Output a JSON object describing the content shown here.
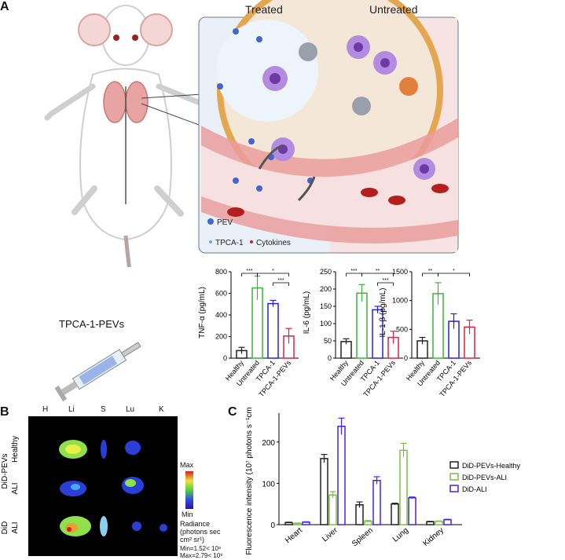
{
  "panels": {
    "a": "A",
    "b": "B",
    "c": "C"
  },
  "schematic": {
    "treated": "Treated",
    "untreated": "Untreated",
    "legend_pev": "PEV",
    "legend_tpca": "TPCA-1",
    "legend_cytokines": "Cytokines",
    "injection_label": "TPCA-1-PEVs"
  },
  "bar_colors": {
    "healthy": "#222222",
    "untreated": "#3cb43c",
    "tpca": "#2222dd",
    "tpca_pevs": "#dd2244"
  },
  "chart_data": [
    {
      "type": "bar",
      "ylabel": "TNF-α (pg/mL)",
      "ylim": [
        0,
        800
      ],
      "yticks": [
        "0",
        "200",
        "400",
        "600",
        "800"
      ],
      "categories": [
        "Healthy",
        "Untreated",
        "TPCA-1",
        "TPCA-1-PEVs"
      ],
      "values": [
        70,
        650,
        505,
        205
      ],
      "errors": [
        30,
        110,
        30,
        70
      ],
      "significance": [
        "***",
        "*",
        "***"
      ]
    },
    {
      "type": "bar",
      "ylabel": "IL-6 (pg/mL)",
      "ylim": [
        0,
        250
      ],
      "yticks": [
        "0",
        "50",
        "100",
        "150",
        "200",
        "250"
      ],
      "categories": [
        "Healthy",
        "Untreated",
        "TPCA-1",
        "TPCA-1-PEVs"
      ],
      "values": [
        48,
        188,
        140,
        60
      ],
      "errors": [
        8,
        25,
        10,
        18
      ],
      "significance": [
        "***",
        "**",
        "***"
      ]
    },
    {
      "type": "bar",
      "ylabel": "IL-1 β (pg/mL)",
      "ylim": [
        0,
        1500
      ],
      "yticks": [
        "0",
        "500",
        "1000",
        "1500"
      ],
      "categories": [
        "Healthy",
        "Untreated",
        "TPCA-1",
        "TPCA-1-PEVs"
      ],
      "values": [
        300,
        1120,
        640,
        540
      ],
      "errors": [
        60,
        190,
        130,
        120
      ],
      "significance": [
        "**",
        "*"
      ]
    },
    {
      "type": "bar",
      "ylabel": "Fluorescence intensity (10⁷ photons s⁻¹cm⁻²sr⁻¹)",
      "ylim": [
        0,
        270
      ],
      "yticks": [
        "0",
        "100",
        "200"
      ],
      "categories": [
        "Heart",
        "Liver",
        "Spleen",
        "Lung",
        "Kidney"
      ],
      "series": [
        {
          "name": "DiD-PEVs-Healthy",
          "color": "#222222",
          "values": [
            5,
            160,
            48,
            50,
            7
          ],
          "errors": [
            1,
            10,
            7,
            2,
            1
          ]
        },
        {
          "name": "DiD-PEVs-ALI",
          "color": "#7cc242",
          "values": [
            3,
            72,
            8,
            180,
            8
          ],
          "errors": [
            1,
            8,
            2,
            17,
            1
          ]
        },
        {
          "name": "DiD-ALI",
          "color": "#4422ee",
          "values": [
            6,
            238,
            107,
            65,
            12
          ],
          "errors": [
            1,
            20,
            9,
            2,
            1
          ]
        }
      ],
      "legend": "right"
    }
  ],
  "imaging": {
    "columns": [
      "H",
      "Li",
      "S",
      "Lu",
      "K"
    ],
    "row_group_1": "DiD-PEVs",
    "row_group_2": "DiD",
    "rows": [
      "Healthy",
      "ALI",
      "ALI"
    ],
    "scale_max": "Max",
    "scale_min": "Min",
    "radiance_lines": [
      "Radiance",
      "(photons sec",
      "cm² sr¹)"
    ],
    "min_text": "Min=1.52< 10⁸",
    "max_text": "Max=2.79< 10⁹"
  }
}
